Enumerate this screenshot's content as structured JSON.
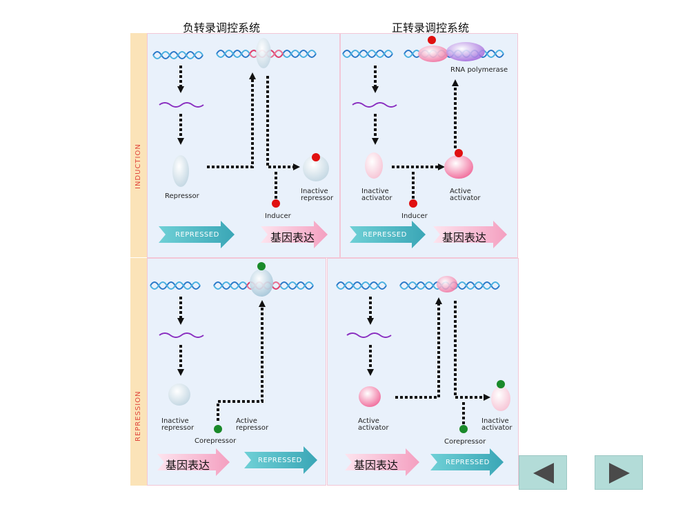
{
  "titles": {
    "negative": "负转录调控系统",
    "positive": "正转录调控系统"
  },
  "side_labels": {
    "induction": "INDUCTION",
    "repression": "REPRESSION"
  },
  "panels": {
    "neg_induction": {
      "repressor": "Repressor",
      "inactive_repressor": [
        "Inactive",
        "repressor"
      ],
      "inducer": "Inducer",
      "repressed": "REPRESSED",
      "expression": "基因表达"
    },
    "pos_induction": {
      "rna_polymerase": "RNA polymerase",
      "inactive_activator": [
        "Inactive",
        "activator"
      ],
      "active_activator": [
        "Active",
        "activator"
      ],
      "inducer": "Inducer",
      "repressed": "REPRESSED",
      "expression": "基因表达"
    },
    "neg_repression": {
      "inactive_repressor": [
        "Inactive",
        "repressor"
      ],
      "active_repressor": [
        "Active",
        "repressor"
      ],
      "corepressor": "Corepressor",
      "expression": "基因表达",
      "repressed": "REPRESSED"
    },
    "pos_repression": {
      "active_activator": [
        "Active",
        "activator"
      ],
      "inactive_activator": [
        "Inactive",
        "activator"
      ],
      "corepressor": "Corepressor",
      "expression": "基因表达",
      "repressed": "REPRESSED"
    }
  },
  "navigation": {
    "prev": "previous-slide",
    "next": "next-slide"
  },
  "colors": {
    "dna_blue": "#2a78c8",
    "dna_pink": "#e8406a",
    "mrna": "#8a2fc0",
    "arrow_teal": "#5bbec8",
    "arrow_pink": "#f7b6cf",
    "inducer_red": "#e01010",
    "corepressor_green": "#1a8a2a"
  }
}
